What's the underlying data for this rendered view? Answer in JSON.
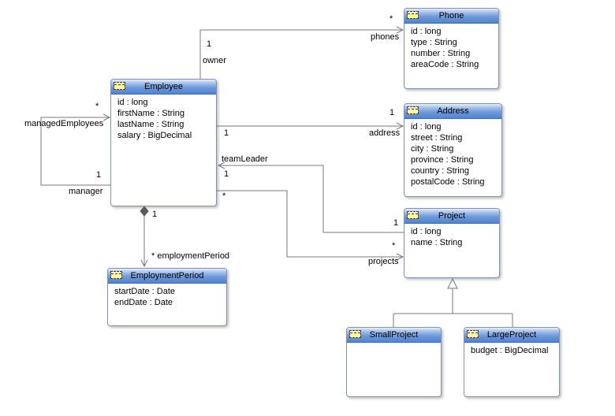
{
  "diagram_type": "uml-class-diagram",
  "classes": [
    {
      "name": "Phone",
      "attributes": [
        "id : long",
        "type : String",
        "number : String",
        "areaCode : String"
      ]
    },
    {
      "name": "Employee",
      "attributes": [
        "id : long",
        "firstName : String",
        "lastName : String",
        "salary : BigDecimal"
      ]
    },
    {
      "name": "Address",
      "attributes": [
        "id : long",
        "street : String",
        "city : String",
        "province : String",
        "country : String",
        "postalCode : String"
      ]
    },
    {
      "name": "Project",
      "attributes": [
        "id : long",
        "name : String"
      ]
    },
    {
      "name": "EmploymentPeriod",
      "attributes": [
        "startDate : Date",
        "endDate : Date"
      ]
    },
    {
      "name": "SmallProject",
      "attributes": []
    },
    {
      "name": "LargeProject",
      "attributes": [
        "budget : BigDecimal"
      ]
    }
  ],
  "associations": [
    {
      "id": "phones",
      "type": "association",
      "from": "Employee",
      "to": "Phone",
      "from_multiplicity": "1",
      "from_role": "owner",
      "to_multiplicity": "*",
      "to_role": "phones"
    },
    {
      "id": "managedEmployees",
      "type": "association",
      "from": "Employee",
      "to": "Employee",
      "from_multiplicity": "1",
      "from_role": "manager",
      "to_multiplicity": "*",
      "to_role": "managedEmployees"
    },
    {
      "id": "address",
      "type": "association",
      "from": "Employee",
      "to": "Address",
      "from_multiplicity": "1",
      "to_multiplicity": "1",
      "to_role": "address"
    },
    {
      "id": "teamLeader",
      "type": "association",
      "from": "Project",
      "to": "Employee",
      "from_multiplicity": "1",
      "to_multiplicity": "1",
      "to_role": "teamLeader"
    },
    {
      "id": "projects",
      "type": "association",
      "from": "Employee",
      "to": "Project",
      "from_multiplicity": "*",
      "to_multiplicity": "*",
      "to_role": "projects"
    },
    {
      "id": "employmentPeriod",
      "type": "composition",
      "from": "Employee",
      "to": "EmploymentPeriod",
      "from_multiplicity": "1",
      "to_role": "* employmentPeriod"
    },
    {
      "id": "smallproject-generalization",
      "type": "generalization",
      "from": "SmallProject",
      "to": "Project"
    },
    {
      "id": "largeproject-generalization",
      "type": "generalization",
      "from": "LargeProject",
      "to": "Project"
    }
  ],
  "colors": {
    "background": "#ffffff",
    "header_gradient_top": "#e8f1fc",
    "header_gradient_bottom": "#5282cf",
    "header_underline": "#3f6cb4",
    "box_border": "#7d92bb",
    "class_icon_fill": "#fbf6a3",
    "line_color": "#787878",
    "text_color": "#000000"
  }
}
